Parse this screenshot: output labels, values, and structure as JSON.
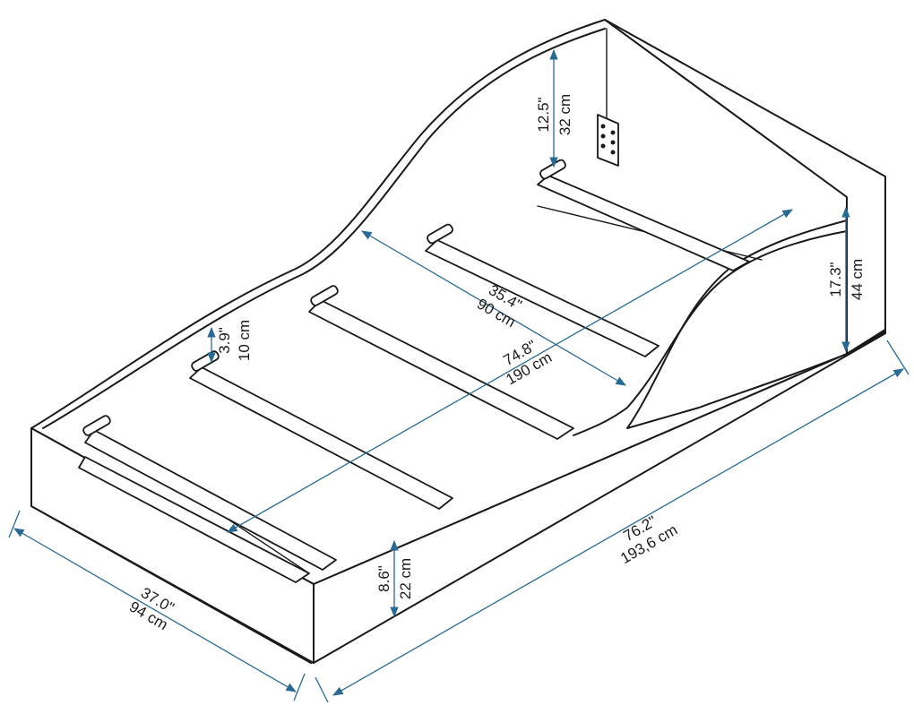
{
  "accent_color": "#2a6a92",
  "dimensions": {
    "length_outer": {
      "imperial": "76.2\"",
      "metric": "193,6 cm"
    },
    "width_outer": {
      "imperial": "37.0\"",
      "metric": "94 cm"
    },
    "length_inner": {
      "imperial": "74.8\"",
      "metric": "190 cm"
    },
    "width_inner": {
      "imperial": "35.4\"",
      "metric": "90 cm"
    },
    "height_back": {
      "imperial": "17.3\"",
      "metric": "44 cm"
    },
    "height_front": {
      "imperial": "8.6\"",
      "metric": "22 cm"
    },
    "height_head": {
      "imperial": "12.5\"",
      "metric": "32 cm"
    },
    "slat_gap": {
      "imperial": "3.9\"",
      "metric": "10 cm"
    }
  }
}
